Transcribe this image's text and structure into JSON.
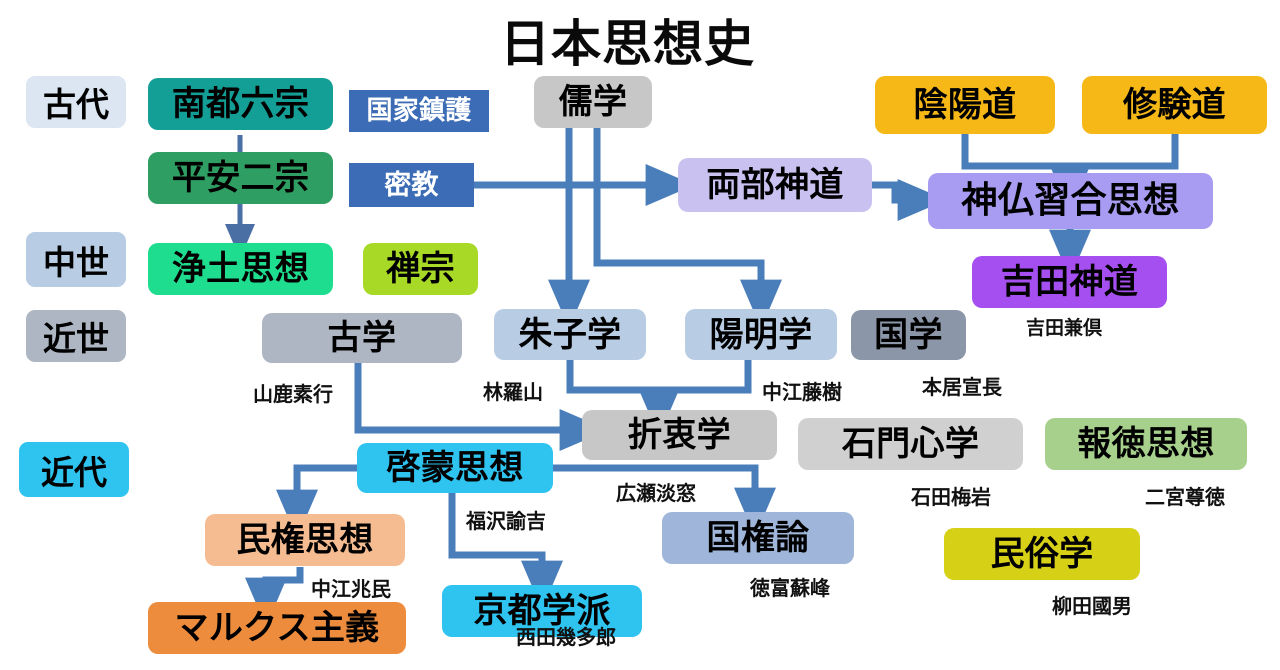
{
  "title": "日本思想史",
  "colors": {
    "arrow_blue": "#4a7ebb",
    "arrow_slate": "#4a6fa5",
    "era_ancient": "#dce6f2",
    "era_medieval": "#b8cce4",
    "era_early_modern": "#aeb6c4",
    "era_modern": "#2fc3f0",
    "teal": "#139e96",
    "green_dark": "#2e9e62",
    "spring_green": "#1fdd8f",
    "yellow_green": "#a8d926",
    "blue_dark": "#3b6cb5",
    "gray_light": "#d0d0d0",
    "gray_slate": "#8b96a8",
    "gray_blue": "#aeb6c4",
    "lavender": "#c9c2f0",
    "periwinkle": "#a79cf2",
    "purple": "#a64ff0",
    "amber": "#f5b816",
    "steel_blue": "#b8cce4",
    "slate_blue": "#9fb6da",
    "cyan": "#2fc3f0",
    "peach": "#f4bc90",
    "orange": "#ed8c3c",
    "green_light": "#a8d08d",
    "olive": "#d6d016"
  },
  "eras": [
    {
      "label": "古代",
      "color_key": "era_ancient"
    },
    {
      "label": "中世",
      "color_key": "era_medieval"
    },
    {
      "label": "近世",
      "color_key": "era_early_modern"
    },
    {
      "label": "近代",
      "color_key": "era_modern"
    }
  ],
  "nodes": [
    {
      "id": "nanto-rokushu",
      "label": "南都六宗",
      "color": "#139e96",
      "text": "dark"
    },
    {
      "id": "kokka-chingo",
      "label": "国家鎮護",
      "color": "#3b6cb5",
      "text": "light"
    },
    {
      "id": "jugaku",
      "label": "儒学",
      "color": "#c7c7c7",
      "text": "dark"
    },
    {
      "id": "onmyodo",
      "label": "陰陽道",
      "color": "#f5b816",
      "text": "dark"
    },
    {
      "id": "shugendo",
      "label": "修験道",
      "color": "#f5b816",
      "text": "dark"
    },
    {
      "id": "heian-nishu",
      "label": "平安二宗",
      "color": "#2e9e62",
      "text": "dark"
    },
    {
      "id": "mikkyo",
      "label": "密教",
      "color": "#3b6cb5",
      "text": "light"
    },
    {
      "id": "ryobu-shinto",
      "label": "両部神道",
      "color": "#c9c2f0",
      "text": "dark"
    },
    {
      "id": "shinbutsu",
      "label": "神仏習合思想",
      "color": "#a79cf2",
      "text": "dark"
    },
    {
      "id": "jodo-shiso",
      "label": "浄土思想",
      "color": "#1fdd8f",
      "text": "dark"
    },
    {
      "id": "zenshu",
      "label": "禅宗",
      "color": "#a8d926",
      "text": "dark"
    },
    {
      "id": "yoshida-shinto",
      "label": "吉田神道",
      "color": "#a64ff0",
      "text": "dark"
    },
    {
      "id": "kogaku",
      "label": "古学",
      "color": "#aeb6c4",
      "text": "dark"
    },
    {
      "id": "shushigaku",
      "label": "朱子学",
      "color": "#b8cce4",
      "text": "dark"
    },
    {
      "id": "yomeigaku",
      "label": "陽明学",
      "color": "#b8cce4",
      "text": "dark"
    },
    {
      "id": "kokugaku",
      "label": "国学",
      "color": "#8b96a8",
      "text": "dark"
    },
    {
      "id": "setchugaku",
      "label": "折衷学",
      "color": "#c7c7c7",
      "text": "dark"
    },
    {
      "id": "sekimon",
      "label": "石門心学",
      "color": "#d0d0d0",
      "text": "dark"
    },
    {
      "id": "hotoku",
      "label": "報徳思想",
      "color": "#a8d08d",
      "text": "dark"
    },
    {
      "id": "keimo-shiso",
      "label": "啓蒙思想",
      "color": "#2fc3f0",
      "text": "dark"
    },
    {
      "id": "minken-shiso",
      "label": "民権思想",
      "color": "#f4bc90",
      "text": "dark"
    },
    {
      "id": "kokkenron",
      "label": "国権論",
      "color": "#9fb6da",
      "text": "dark"
    },
    {
      "id": "minzokugaku",
      "label": "民俗学",
      "color": "#d6d016",
      "text": "dark"
    },
    {
      "id": "kyoto-gakuha",
      "label": "京都学派",
      "color": "#2fc3f0",
      "text": "dark"
    },
    {
      "id": "marx",
      "label": "マルクス主義",
      "color": "#ed8c3c",
      "text": "dark"
    }
  ],
  "people": [
    {
      "id": "yamaga-soko",
      "label": "山鹿素行"
    },
    {
      "id": "hayashi-razan",
      "label": "林羅山"
    },
    {
      "id": "nakae-toju",
      "label": "中江藤樹"
    },
    {
      "id": "motoori",
      "label": "本居宣長"
    },
    {
      "id": "yoshida-kanetomo",
      "label": "吉田兼倶"
    },
    {
      "id": "ishida-baigan",
      "label": "石田梅岩"
    },
    {
      "id": "ninomiya",
      "label": "二宮尊徳"
    },
    {
      "id": "fukuzawa",
      "label": "福沢諭吉"
    },
    {
      "id": "hirose-tanso",
      "label": "広瀬淡窓"
    },
    {
      "id": "nakae-chomin",
      "label": "中江兆民"
    },
    {
      "id": "tokutomi",
      "label": "徳富蘇峰"
    },
    {
      "id": "nishida",
      "label": "西田幾多郎"
    },
    {
      "id": "yanagita",
      "label": "柳田國男"
    }
  ],
  "edges": [
    {
      "from": "南都六宗",
      "to": "浄土思想",
      "via": "平安二宗"
    },
    {
      "from": "密教",
      "to": "両部神道",
      "via": ""
    },
    {
      "from": "儒学",
      "to": "朱子学",
      "via": ""
    },
    {
      "from": "儒学",
      "to": "陽明学",
      "via": ""
    },
    {
      "from": "両部神道",
      "to": "神仏習合思想",
      "via": ""
    },
    {
      "from": "陰陽道",
      "to": "神仏習合思想",
      "via": ""
    },
    {
      "from": "修験道",
      "to": "神仏習合思想",
      "via": ""
    },
    {
      "from": "神仏習合思想",
      "to": "吉田神道",
      "via": ""
    },
    {
      "from": "朱子学",
      "to": "折衷学",
      "via": ""
    },
    {
      "from": "陽明学",
      "to": "折衷学",
      "via": ""
    },
    {
      "from": "古学",
      "to": "折衷学",
      "via": ""
    },
    {
      "from": "啓蒙思想",
      "to": "民権思想",
      "via": ""
    },
    {
      "from": "啓蒙思想",
      "to": "京都学派",
      "via": "福沢諭吉"
    },
    {
      "from": "啓蒙思想",
      "to": "国権論",
      "via": "広瀬淡窓"
    },
    {
      "from": "民権思想",
      "to": "マルクス主義",
      "via": "中江兆民"
    }
  ]
}
